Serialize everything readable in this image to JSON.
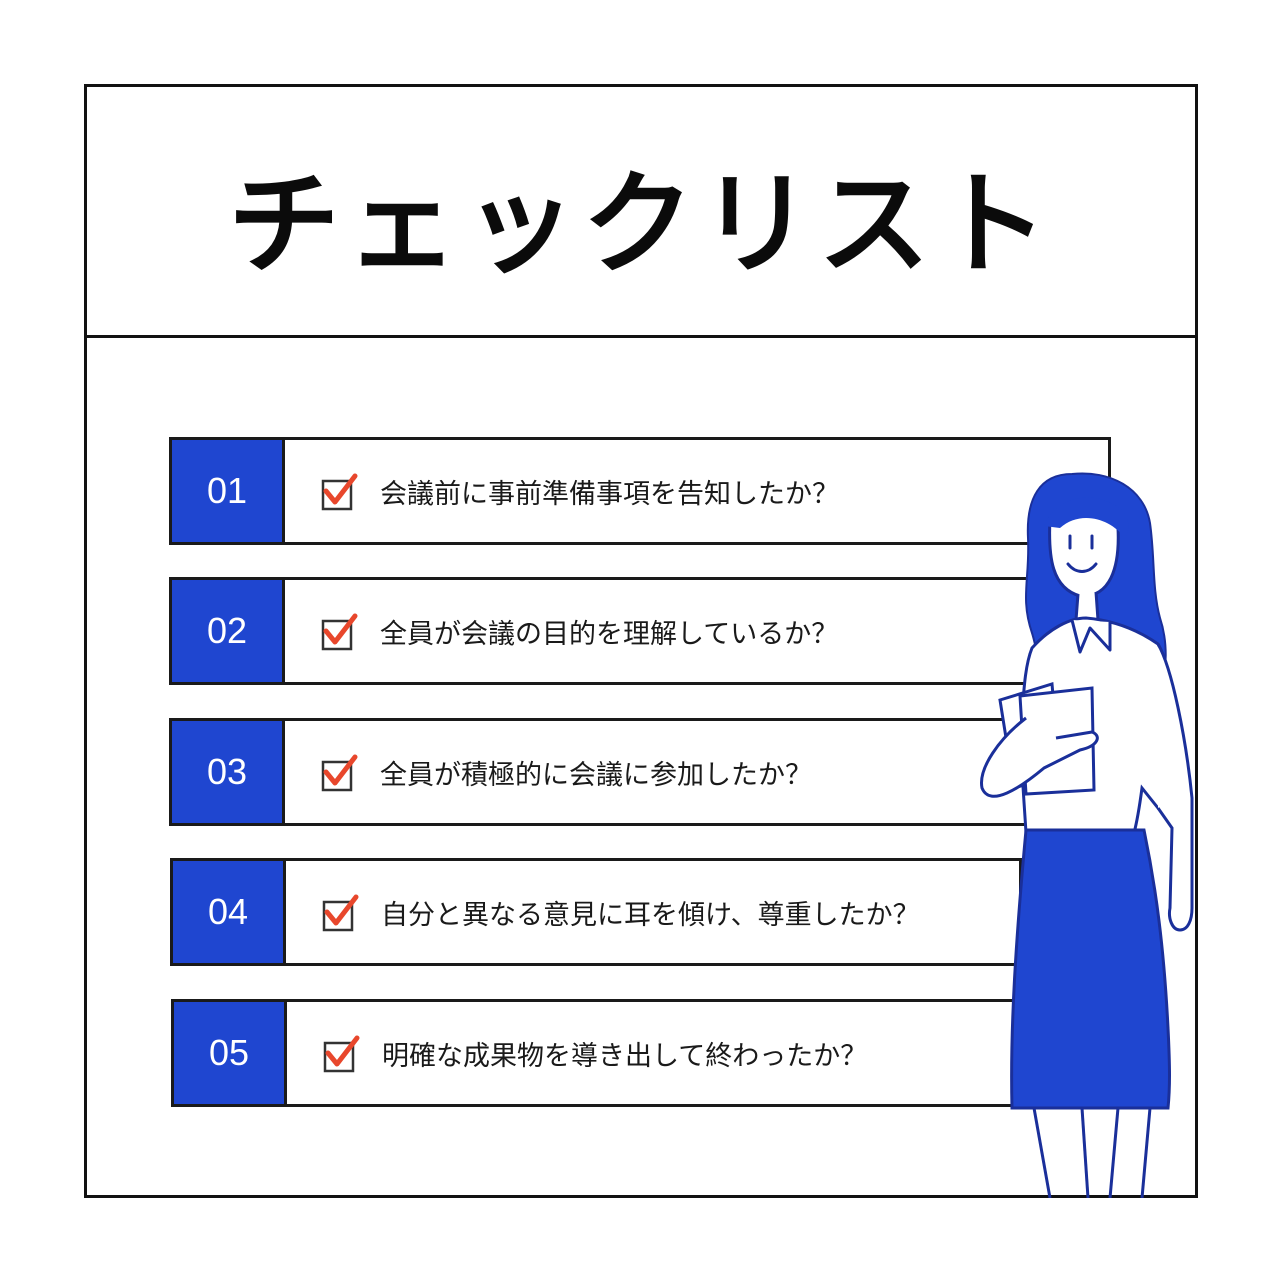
{
  "title": "チェックリスト",
  "items": [
    {
      "number": "01",
      "text": "会議前に事前準備事項を告知したか？"
    },
    {
      "number": "02",
      "text": "全員が会議の目的を理解しているか？"
    },
    {
      "number": "03",
      "text": "全員が積極的に会議に参加したか？"
    },
    {
      "number": "04",
      "text": "自分と異なる意見に耳を傾け、尊重したか？"
    },
    {
      "number": "05",
      "text": "明確な成果物を導き出して終わったか？"
    }
  ],
  "colors": {
    "accent": "#1f46d0",
    "check": "#e8472c",
    "border": "#1a1a1a"
  },
  "icons": {
    "check": "checked-box-icon",
    "illustration": "businesswoman-illustration"
  }
}
